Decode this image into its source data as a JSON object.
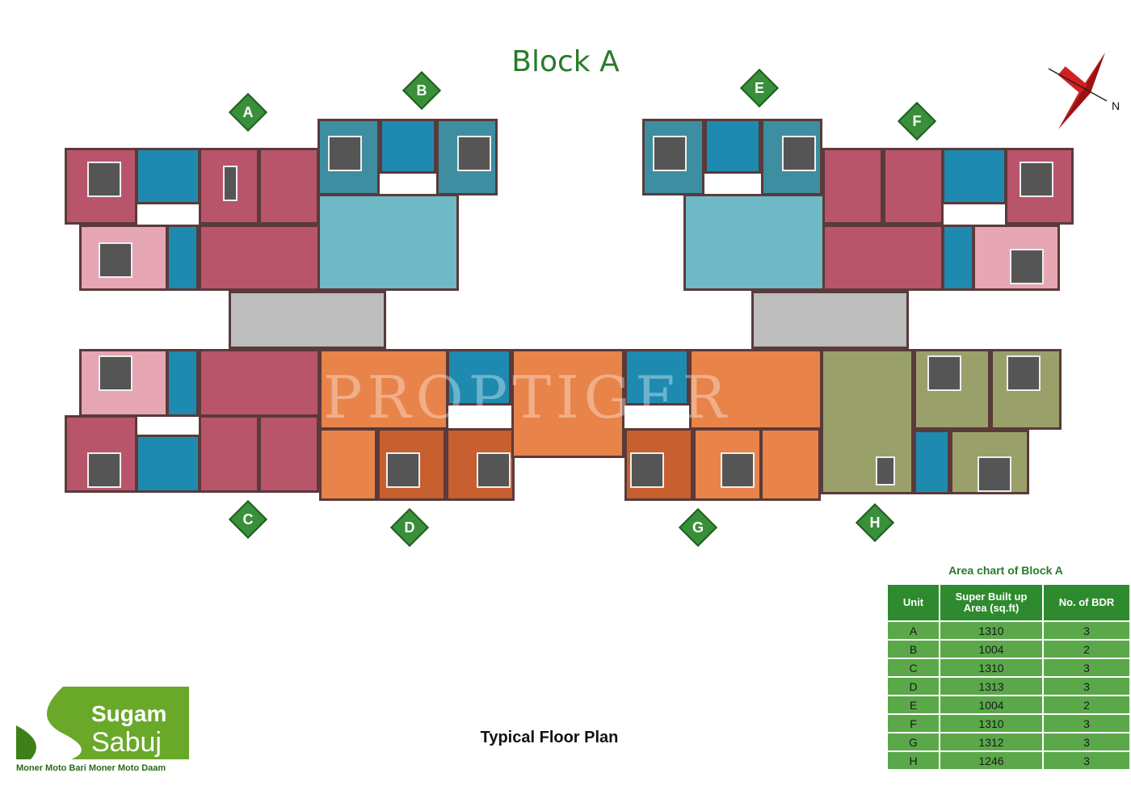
{
  "title": "Block A",
  "unit_markers": [
    "A",
    "B",
    "C",
    "D",
    "E",
    "F",
    "G",
    "H"
  ],
  "compass": {
    "label": "N"
  },
  "area_chart": {
    "title": "Area chart of Block A",
    "headers": [
      "Unit",
      "Super Built up Area (sq.ft)",
      "No. of BDR"
    ],
    "rows": [
      [
        "A",
        "1310",
        "3"
      ],
      [
        "B",
        "1004",
        "2"
      ],
      [
        "C",
        "1310",
        "3"
      ],
      [
        "D",
        "1313",
        "3"
      ],
      [
        "E",
        "1004",
        "2"
      ],
      [
        "F",
        "1310",
        "3"
      ],
      [
        "G",
        "1312",
        "3"
      ],
      [
        "H",
        "1246",
        "3"
      ]
    ]
  },
  "plan_title": "Typical Floor Plan",
  "logo": {
    "line1": "Sugam",
    "line2": "Sabuj",
    "tagline": "Moner Moto Bari Moner Moto Daam"
  },
  "watermark": "PROPTIGER",
  "colors": {
    "brand_green": "#2a7a2a",
    "table_header": "#2e8a2e",
    "table_cell": "#5aa84a"
  }
}
